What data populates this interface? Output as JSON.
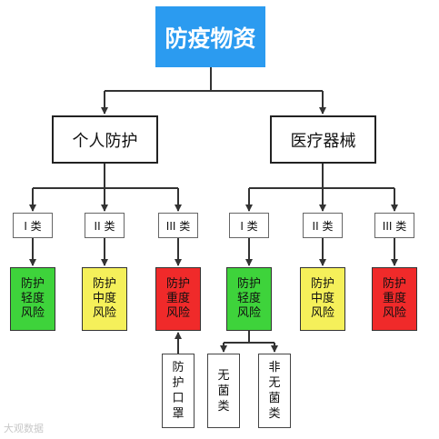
{
  "root": {
    "label": "防疫物资"
  },
  "branches": [
    {
      "label": "个人防护",
      "classes": [
        {
          "label": "I 类",
          "risk": "防护轻度风险",
          "color": "#3ed33b"
        },
        {
          "label": "II 类",
          "risk": "防护中度风险",
          "color": "#f5f05a"
        },
        {
          "label": "III 类",
          "risk": "防护重度风险",
          "color": "#f02a2a"
        }
      ],
      "sub": [
        "防护口罩"
      ]
    },
    {
      "label": "医疗器械",
      "classes": [
        {
          "label": "I 类",
          "risk": "防护轻度风险",
          "color": "#3ed33b"
        },
        {
          "label": "II 类",
          "risk": "防护中度风险",
          "color": "#f5f05a"
        },
        {
          "label": "III 类",
          "risk": "防护重度风险",
          "color": "#f02a2a"
        }
      ],
      "sub": [
        "无菌类",
        "非无菌类"
      ]
    }
  ],
  "watermark": "大观数据"
}
